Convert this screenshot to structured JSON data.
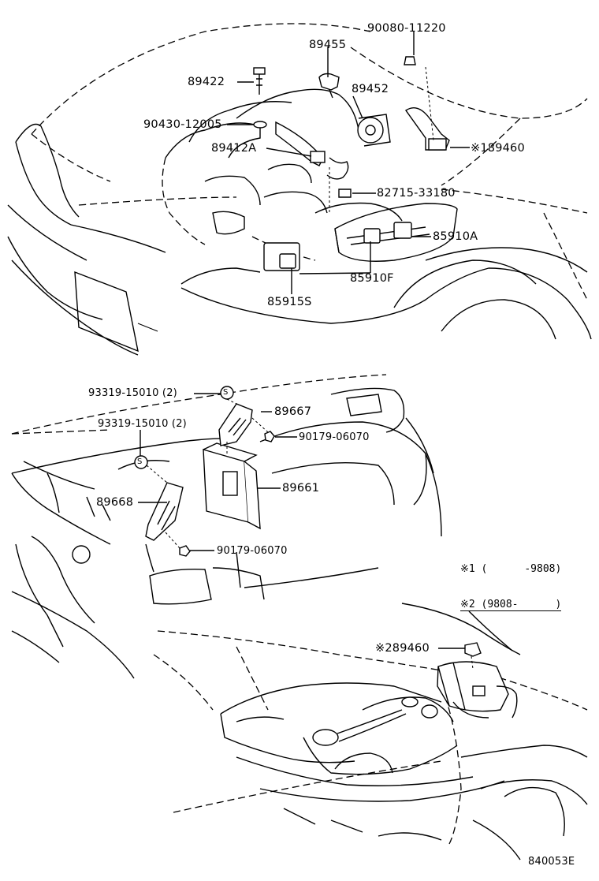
{
  "sections": {
    "engine_bay": {
      "labels": {
        "p90080": "90080-11220",
        "p89455": "89455",
        "p89422": "89422",
        "p89452": "89452",
        "p90430": "90430-12005",
        "p89412A": "89412A",
        "p189460": "※189460",
        "p82715": "82715-33180",
        "p85910A": "85910A",
        "p85910F": "85910F",
        "p85915S": "85915S"
      }
    },
    "dashboard": {
      "labels": {
        "p93319_top": "93319-15010 (2)",
        "p89667": "89667",
        "p93319_left": "93319-15010 (2)",
        "p90179_top": "90179-06070",
        "p89661": "89661",
        "p89668": "89668",
        "p90179_bottom": "90179-06070",
        "s_mark_1": "S",
        "s_mark_2": "S"
      },
      "legend": {
        "line1": "※1 (      -9808)",
        "line2": "※2 (9808-      )"
      }
    },
    "rear_tank": {
      "labels": {
        "p289460": "※289460"
      }
    }
  },
  "footer": {
    "diagram_code": "840053E"
  },
  "colors": {
    "ink": "#000000",
    "paper": "#ffffff"
  }
}
